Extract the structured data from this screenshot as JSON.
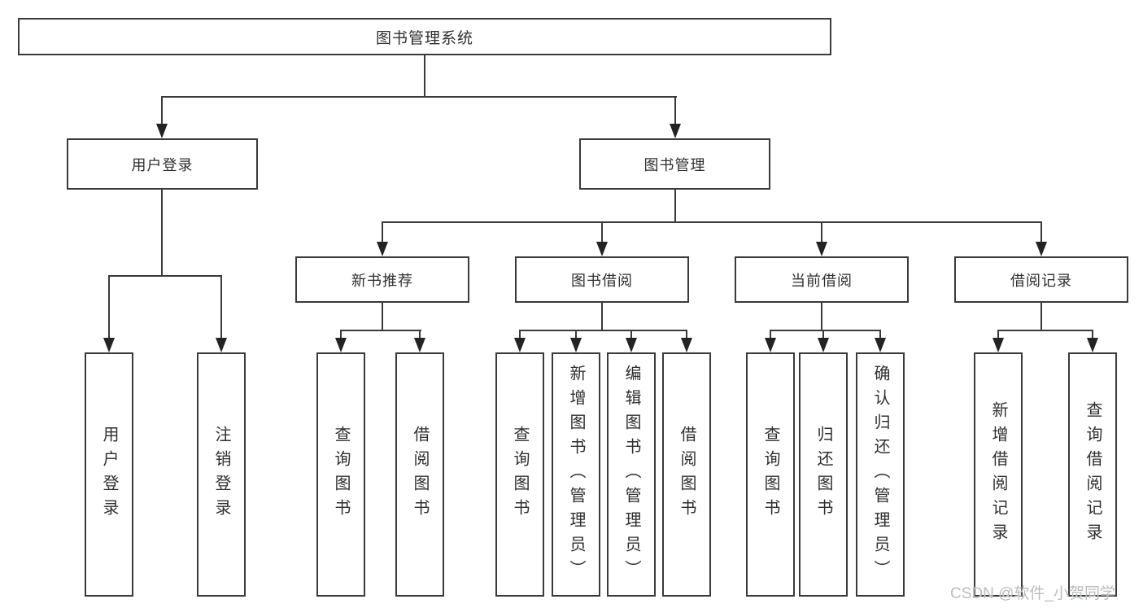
{
  "title": "图书管理系统",
  "watermark": "CSDN @软件_小贺同学",
  "colors": {
    "line": "#3a3a3a",
    "box_border": "#3a3a3a",
    "text": "#2f2f2f",
    "arrow": "#232323",
    "watermark": "#b9bdc1",
    "background": "#ffffff"
  },
  "nodes": {
    "root": "图书管理系统",
    "user_login": "用户登录",
    "book_mgmt": "图书管理",
    "new_books": "新书推荐",
    "book_borrow": "图书借阅",
    "current_borrow": "当前借阅",
    "borrow_records": "借阅记录",
    "leaves": {
      "user_login": [
        "用户登录",
        "注销登录"
      ],
      "new_books": [
        "查询图书",
        "借阅图书"
      ],
      "book_borrow": [
        "查询图书",
        "新增图书（管理员）",
        "编辑图书（管理员）",
        "借阅图书"
      ],
      "current_borrow": [
        "查询图书",
        "归还图书",
        "确认归还（管理员）"
      ],
      "borrow_records": [
        "新增借阅记录",
        "查询借阅记录"
      ]
    }
  }
}
